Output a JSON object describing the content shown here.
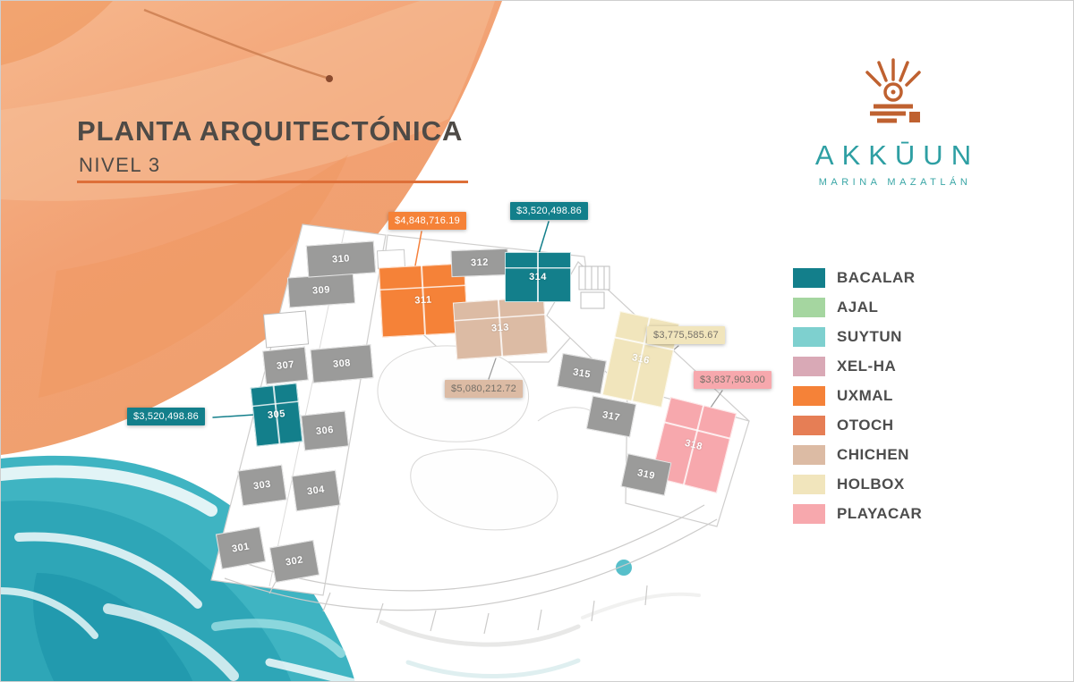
{
  "header": {
    "title": "PLANTA ARQUITECTÓNICA",
    "subtitle": "NIVEL 3"
  },
  "logo": {
    "name": "AKKŪUN",
    "tagline": "MARINA MAZATLÁN"
  },
  "legend": {
    "items": [
      {
        "label": "BACALAR",
        "color": "#137f8b"
      },
      {
        "label": "AJAL",
        "color": "#a5d6a0"
      },
      {
        "label": "SUYTUN",
        "color": "#7ed0cf"
      },
      {
        "label": "XEL-HA",
        "color": "#d9a9b6"
      },
      {
        "label": "UXMAL",
        "color": "#f58238"
      },
      {
        "label": "OTOCH",
        "color": "#e67e55"
      },
      {
        "label": "CHICHEN",
        "color": "#dcbba4"
      },
      {
        "label": "HOLBOX",
        "color": "#f1e5bc"
      },
      {
        "label": "PLAYACAR",
        "color": "#f7a8ad"
      }
    ]
  },
  "floorplan": {
    "units": [
      {
        "number": "301",
        "type": "gray"
      },
      {
        "number": "302",
        "type": "gray"
      },
      {
        "number": "303",
        "type": "gray"
      },
      {
        "number": "304",
        "type": "gray"
      },
      {
        "number": "305",
        "type": "bacalar"
      },
      {
        "number": "306",
        "type": "gray"
      },
      {
        "number": "307",
        "type": "gray"
      },
      {
        "number": "308",
        "type": "gray"
      },
      {
        "number": "309",
        "type": "gray"
      },
      {
        "number": "310",
        "type": "gray"
      },
      {
        "number": "311",
        "type": "uxmal"
      },
      {
        "number": "312",
        "type": "gray"
      },
      {
        "number": "313",
        "type": "chichen"
      },
      {
        "number": "314",
        "type": "bacalar"
      },
      {
        "number": "315",
        "type": "gray"
      },
      {
        "number": "316",
        "type": "holbox"
      },
      {
        "number": "317",
        "type": "gray"
      },
      {
        "number": "318",
        "type": "playacar"
      },
      {
        "number": "319",
        "type": "gray"
      }
    ],
    "price_tags": [
      {
        "value": "$4,848,716.19",
        "unit": "311",
        "color_key": "uxmal"
      },
      {
        "value": "$3,520,498.86",
        "unit": "314",
        "color_key": "bacalar"
      },
      {
        "value": "$3,775,585.67",
        "unit": "316",
        "color_key": "holbox"
      },
      {
        "value": "$3,837,903.00",
        "unit": "318",
        "color_key": "playacar"
      },
      {
        "value": "$5,080,212.72",
        "unit": "313",
        "color_key": "chichen"
      },
      {
        "value": "$3,520,498.86",
        "unit": "305",
        "color_key": "bacalar"
      }
    ]
  },
  "colors": {
    "gray_unit": "#9b9b9a",
    "accent_line": "#dd6f38",
    "title_text": "#4e4a46",
    "logo_teal": "#2e9fa3",
    "logo_orange": "#bf6130",
    "sand": "#f2a173",
    "water": "#3fb4c2"
  }
}
